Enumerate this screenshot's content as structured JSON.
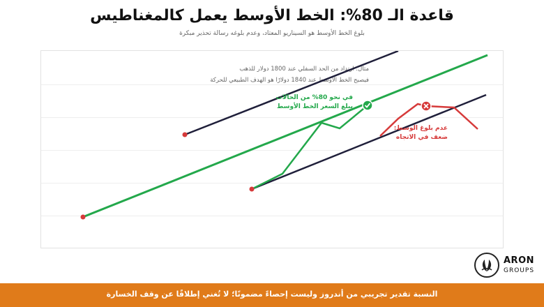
{
  "header": {
    "title": "قاعدة الـ 80%: الخط الأوسط يعمل كالمغناطيس",
    "subtitle": "بلوغ الخط الأوسط هو السيناريو المعتاد، وعدم بلوغه رسالة تحذير مبكرة"
  },
  "diagram": {
    "example_note_line1": "مثال: ارتداد من الحد السفلي عند 1800 دولار للذهب",
    "example_note_line2": "فيصبح الخط الأوسط عند 1840 دولارًا هو الهدف الطبيعي للحركة",
    "success_label_line1": "في نحو 80% من الحالات",
    "success_label_line2": "يبلغ السعر الخط الأوسط",
    "failure_label_line1": "عدم بلوغ الوسط:",
    "failure_label_line2": "ضعف في الاتجاه",
    "colors": {
      "channel_lines": "#1f1f3a",
      "median_line": "#23a84b",
      "success_path": "#23a84b",
      "failure_path": "#d63a3a",
      "pivot_points": "#d63a3a",
      "grid": "#eeeeee"
    },
    "icons": {
      "success": "check-circle-icon",
      "failure": "x-circle-icon"
    }
  },
  "branding": {
    "name": "ARON",
    "sub": "GROUPS"
  },
  "footer": {
    "disclaimer": "النسبة تقدير تجريبي من أندروز وليست إحصاءً مضمونًا؛ لا تُغني إطلاقًا عن وقف الخسارة"
  }
}
